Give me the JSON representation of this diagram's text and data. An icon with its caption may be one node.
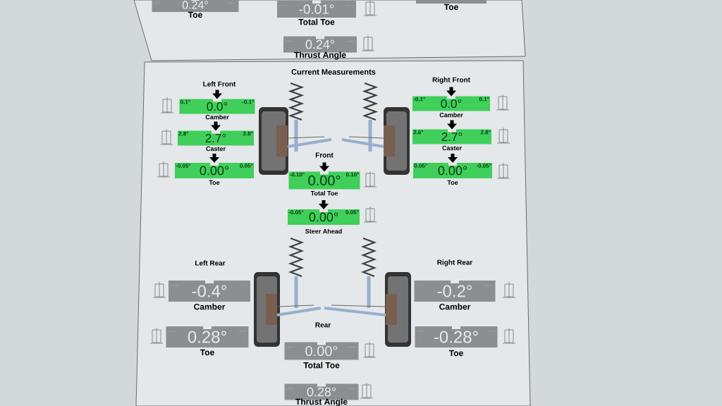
{
  "diagram": {
    "title": "Current Measurements",
    "nodes": [
      {
        "text": [
          "0.24°"
        ],
        "beside": [
          "Toe"
        ]
      },
      {
        "text": [
          "-0.01°"
        ],
        "beside": [
          "Total Toe"
        ]
      },
      {
        "text": [],
        "shape": "bar",
        "beside": [
          "Toe"
        ]
      },
      {
        "text": [
          "0.24°"
        ],
        "beside": [
          "Thrust Angle"
        ]
      },
      {
        "text": [
          "0.1°",
          "-0.1°",
          "0.0°"
        ],
        "beside": [
          "Camber"
        ]
      },
      {
        "text": [
          "-0.1°",
          "0.1°",
          "0.0°"
        ],
        "beside": [
          "Camber"
        ]
      },
      {
        "text": [
          "2.8°",
          "2.8°",
          "2.7°"
        ],
        "beside": [
          "Caster"
        ]
      },
      {
        "text": [
          "2.6°",
          "2.8°",
          "2.7°"
        ],
        "beside": [
          "Caster"
        ]
      },
      {
        "text": [
          "-0.05°",
          "0.05°",
          "0.00°"
        ],
        "beside": [
          "Toe"
        ]
      },
      {
        "text": [
          "-0.10°",
          "0.10°",
          "0.00°"
        ],
        "beside": [
          "Total Toe"
        ]
      },
      {
        "text": [
          "0.05°",
          "-0.05°",
          "0.00°"
        ],
        "beside": [
          "Toe"
        ]
      },
      {
        "text": [
          "-0.05°",
          "0.05°",
          "0.00°"
        ],
        "beside": [
          "Steer Ahead"
        ]
      },
      {
        "text": [
          "-0.4°"
        ],
        "beside": [
          "Camber"
        ]
      },
      {
        "text": [
          "-0.2°"
        ],
        "beside": [
          "Camber"
        ]
      },
      {
        "text": [
          "0.28°"
        ],
        "beside": [
          "Toe"
        ]
      },
      {
        "text": [
          "-0.28°"
        ],
        "beside": [
          "Toe"
        ]
      },
      {
        "text": [
          "0.00°"
        ],
        "beside": [
          "Total Toe"
        ]
      },
      {
        "text": [
          "0.28°"
        ],
        "beside": [
          "Thrust Angle"
        ]
      }
    ],
    "labels": [
      "Left Front",
      "Right Front",
      "Front",
      "Left Rear",
      "Right Rear",
      "Rear"
    ]
  }
}
